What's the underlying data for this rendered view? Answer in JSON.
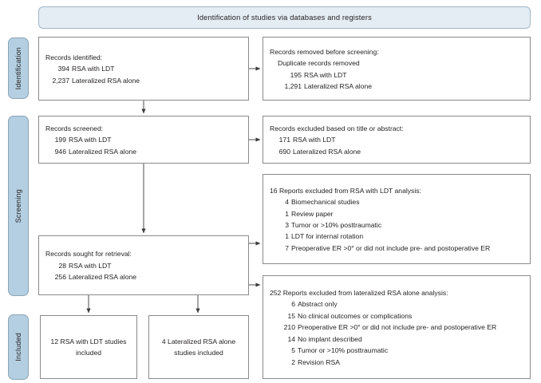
{
  "banner": {
    "title": "Identification of studies via databases and registers"
  },
  "stages": [
    {
      "id": "identification",
      "label": "Identification"
    },
    {
      "id": "screening",
      "label": "Screening"
    },
    {
      "id": "included",
      "label": "Included"
    }
  ],
  "boxes": {
    "identified": {
      "heading": "Records identified:",
      "items": [
        {
          "num": "394",
          "label": "RSA with LDT"
        },
        {
          "num": "2,237",
          "label": "Lateralized RSA alone"
        }
      ]
    },
    "removed": {
      "heading": "Records removed before screening:",
      "subheading": "Duplicate records removed",
      "items": [
        {
          "num": "195",
          "label": "RSA with LDT"
        },
        {
          "num": "1,291",
          "label": "Lateralized RSA alone"
        }
      ]
    },
    "screened": {
      "heading": "Records screened:",
      "items": [
        {
          "num": "199",
          "label": "RSA with LDT"
        },
        {
          "num": "946",
          "label": "Lateralized RSA alone"
        }
      ]
    },
    "excluded_title_abstract": {
      "heading": "Records excluded based on title or abstract:",
      "items": [
        {
          "num": "171",
          "label": "RSA with LDT"
        },
        {
          "num": "690",
          "label": "Lateralized RSA alone"
        }
      ]
    },
    "excluded_ldt": {
      "heading": "16 Reports excluded from RSA with LDT analysis:",
      "items": [
        {
          "num": "4",
          "label": "Biomechanical studies"
        },
        {
          "num": "1",
          "label": "Review paper"
        },
        {
          "num": "3",
          "label": "Tumor or >10% posttraumatic"
        },
        {
          "num": "1",
          "label": "LDT for internal rotation"
        },
        {
          "num": "7",
          "label": "Preoperative ER >0° or did not include pre- and postoperative ER"
        }
      ]
    },
    "sought": {
      "heading": "Records sought for retrieval:",
      "items": [
        {
          "num": "28",
          "label": "RSA with LDT"
        },
        {
          "num": "256",
          "label": "Lateralized RSA alone"
        }
      ]
    },
    "excluded_lateralized": {
      "heading": "252 Reports excluded from lateralized RSA alone analysis:",
      "items": [
        {
          "num": "6",
          "label": "Abstract only"
        },
        {
          "num": "15",
          "label": "No clinical outcomes or complications"
        },
        {
          "num": "210",
          "label": "Preoperative ER >0° or did not include pre- and postoperative ER"
        },
        {
          "num": "14",
          "label": "No implant described"
        },
        {
          "num": "5",
          "label": "Tumor or >10% posttraumatic"
        },
        {
          "num": "2",
          "label": "Revision RSA"
        }
      ]
    },
    "included_ldt": {
      "line1": "12 RSA with LDT studies",
      "line2": "included"
    },
    "included_lateralized": {
      "line1": "4 Lateralized RSA alone",
      "line2": "studies included"
    }
  },
  "colors": {
    "banner_fill": "#e4edf4",
    "banner_border": "#9fb6c6",
    "tab_fill": "#b4cfe1",
    "tab_border": "#8ba4b5",
    "box_border": "#8a8a8a",
    "text": "#231f20",
    "connector": "#3a3a3a"
  }
}
